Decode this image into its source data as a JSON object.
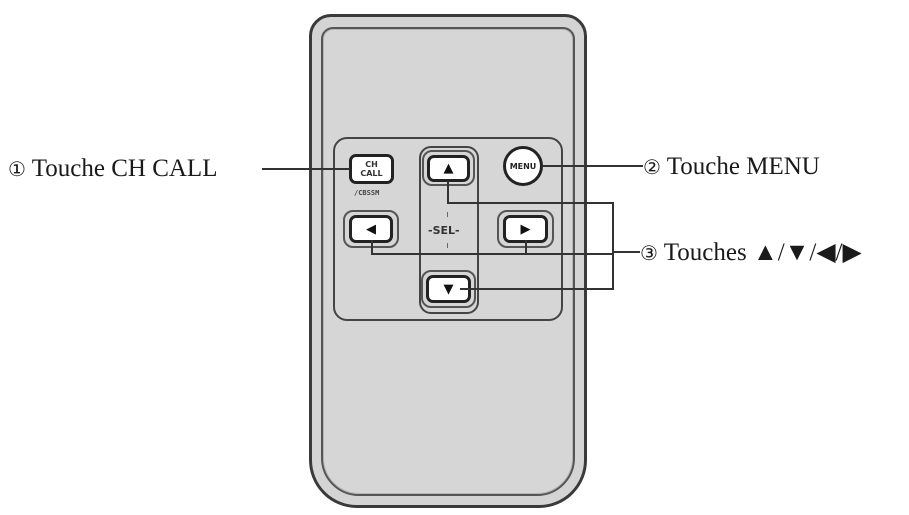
{
  "figure": {
    "subject": "Remote control button diagram",
    "colors": {
      "remote_body": "#d4d4d4",
      "outline": "#333333",
      "button_face": "#ffffff",
      "text": "#1a1a1a"
    }
  },
  "remote": {
    "buttons": {
      "ch_call": {
        "line1": "CH",
        "line2": "CALL",
        "sub_label": "/CBSSM"
      },
      "menu": {
        "label": "MENU"
      },
      "up": {
        "glyph": "▲"
      },
      "down": {
        "glyph": "▼"
      },
      "left": {
        "glyph": "◀"
      },
      "right": {
        "glyph": "▶"
      },
      "sel_label": "-SEL-"
    }
  },
  "callouts": [
    {
      "number": "①",
      "text": "Touche CH CALL"
    },
    {
      "number": "②",
      "text": "Touche MENU"
    },
    {
      "number": "③",
      "text": "Touches ▲/▼/◀/▶"
    }
  ]
}
